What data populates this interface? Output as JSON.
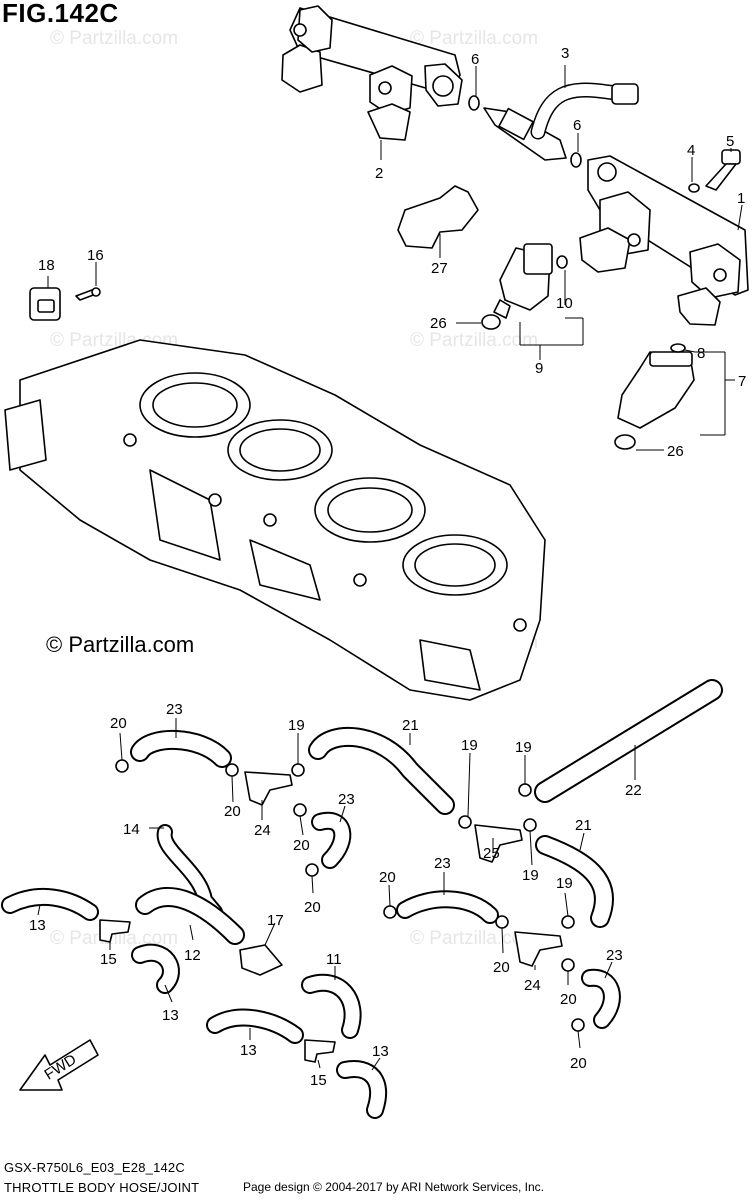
{
  "header": {
    "figure_title": "FIG.142C"
  },
  "credit": {
    "text": "© Partzilla.com"
  },
  "watermark": {
    "text": "© Partzilla.com"
  },
  "footer": {
    "model_code": "GSX-R750L6_E03_E28_142C",
    "subtitle": "THROTTLE BODY HOSE/JOINT",
    "page_credit": "Page design © 2004-2017 by ARI Network Services, Inc."
  },
  "callouts": {
    "c1": "1",
    "c2": "2",
    "c3": "3",
    "c4": "4",
    "c5": "5",
    "c6a": "6",
    "c6b": "6",
    "c7": "7",
    "c8": "8",
    "c9": "9",
    "c10": "10",
    "c11": "11",
    "c12": "12",
    "c13a": "13",
    "c13b": "13",
    "c13c": "13",
    "c13d": "13",
    "c14": "14",
    "c15a": "15",
    "c15b": "15",
    "c16": "16",
    "c17": "17",
    "c18": "18",
    "c19a": "19",
    "c19b": "19",
    "c19c": "19",
    "c19d": "19",
    "c19e": "19",
    "c20a": "20",
    "c20b": "20",
    "c20c": "20",
    "c20d": "20",
    "c20e": "20",
    "c20f": "20",
    "c20g": "20",
    "c20h": "20",
    "c21a": "21",
    "c21b": "21",
    "c22": "22",
    "c23a": "23",
    "c23b": "23",
    "c23c": "23",
    "c23d": "23",
    "c24a": "24",
    "c24b": "24",
    "c25": "25",
    "c26a": "26",
    "c26b": "26",
    "c27": "27"
  },
  "fwd_arrow": {
    "label": "FWD"
  }
}
